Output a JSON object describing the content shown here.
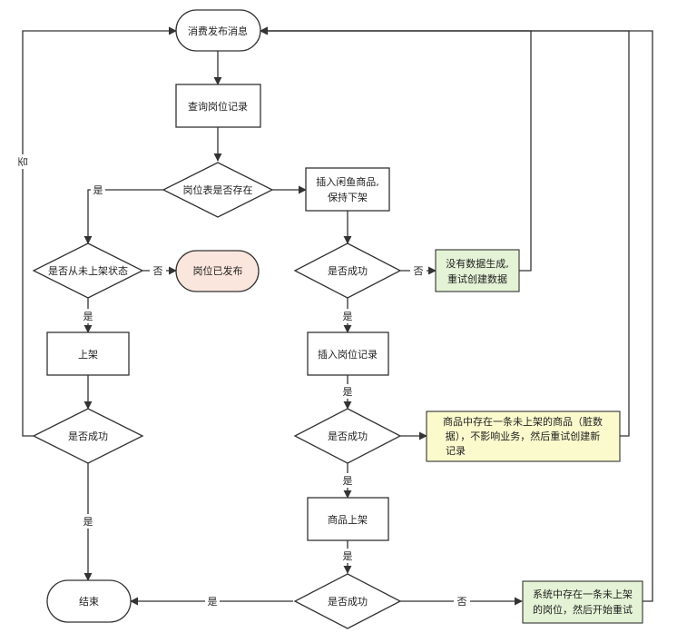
{
  "nodes": {
    "start": "消费发布消息",
    "query": "查询岗位记录",
    "exists": "岗位表是否存在",
    "insert_item_1": "插入闲鱼商品,",
    "insert_item_2": "保持下架",
    "unlisted_check": "是否从未上架状态",
    "published": "岗位已发布",
    "success1": "是否成功",
    "no_data_1": "没有数据生成,",
    "no_data_2": "重试创建数据",
    "list_up": "上架",
    "insert_record": "插入岗位记录",
    "success_left": "是否成功",
    "success2": "是否成功",
    "dirty_1": "商品中存在一条未上架的商品（脏数",
    "dirty_2": "据），不影响业务，然后重试创建新",
    "dirty_3": "记录",
    "item_up": "商品上架",
    "end": "结束",
    "success3": "是否成功",
    "sys_1": "系统中存在一条未上架",
    "sys_2": "的岗位，然后开始重试"
  },
  "edge_labels": {
    "yes": "是",
    "no": "否"
  }
}
